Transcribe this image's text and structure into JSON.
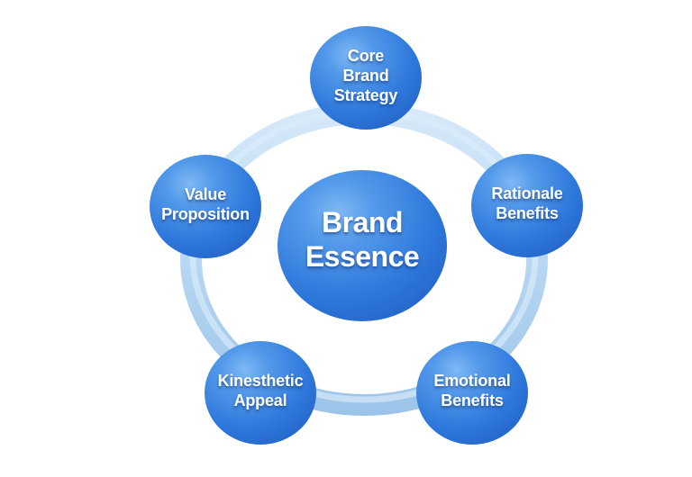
{
  "diagram": {
    "center": {
      "id": "brand-essence",
      "label": "Brand\nEssence"
    },
    "nodes": [
      {
        "id": "core-brand-strategy",
        "label": "Core\nBrand\nStrategy"
      },
      {
        "id": "rationale-benefits",
        "label": "Rationale\nBenefits"
      },
      {
        "id": "emotional-benefits",
        "label": "Emotional\nBenefits"
      },
      {
        "id": "kinesthetic-appeal",
        "label": "Kinesthetic\nAppeal"
      },
      {
        "id": "value-proposition",
        "label": "Value\nProposition"
      }
    ],
    "colors": {
      "sphere_highlight": "#7FB8F5",
      "sphere_main": "#2F79DC",
      "sphere_edge": "#1B4FAC",
      "ring_light": "#D9EAFA",
      "ring_mid": "#B7D7F2",
      "ring_dark": "#9AC3E8",
      "text": "#FFFFFF",
      "background": "#FFFFFF"
    }
  }
}
